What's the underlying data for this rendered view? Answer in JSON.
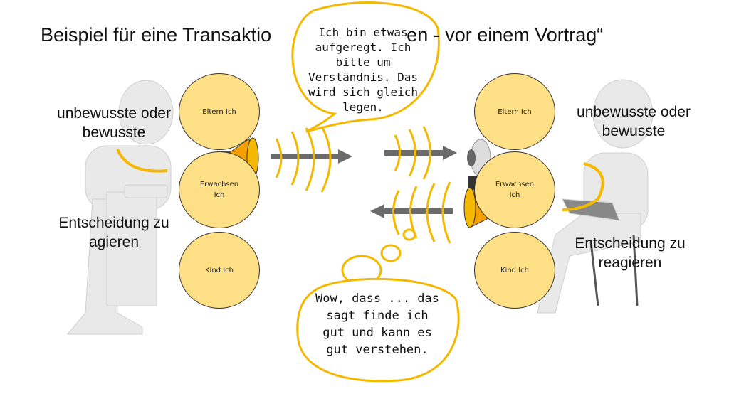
{
  "title": "Beispiel für eine Transaktio",
  "title_tail": "en  - vor einem Vortrag“",
  "left": {
    "label_top": "unbewusste oder bewusste",
    "label_bottom": "Entscheidung zu agieren",
    "states": [
      "Eltern Ich",
      "Erwachsen Ich",
      "Kind Ich"
    ]
  },
  "right": {
    "label_top": "unbewusste oder bewusste",
    "label_bottom": "Entscheidung zu reagieren",
    "states": [
      "Eltern Ich",
      "Erwachsen Ich",
      "Kind Ich"
    ]
  },
  "bubble_speaker": "Ich bin etwas aufgeregt. Ich bitte um Verständnis. Das wird sich gleich legen.",
  "bubble_listener": "Wow, dass ... das sagt finde ich gut und kann es gut verstehen.",
  "colors": {
    "accent": "#F5B800",
    "ego_state": "#FDDF85",
    "arrow": "#6b6b6b"
  }
}
